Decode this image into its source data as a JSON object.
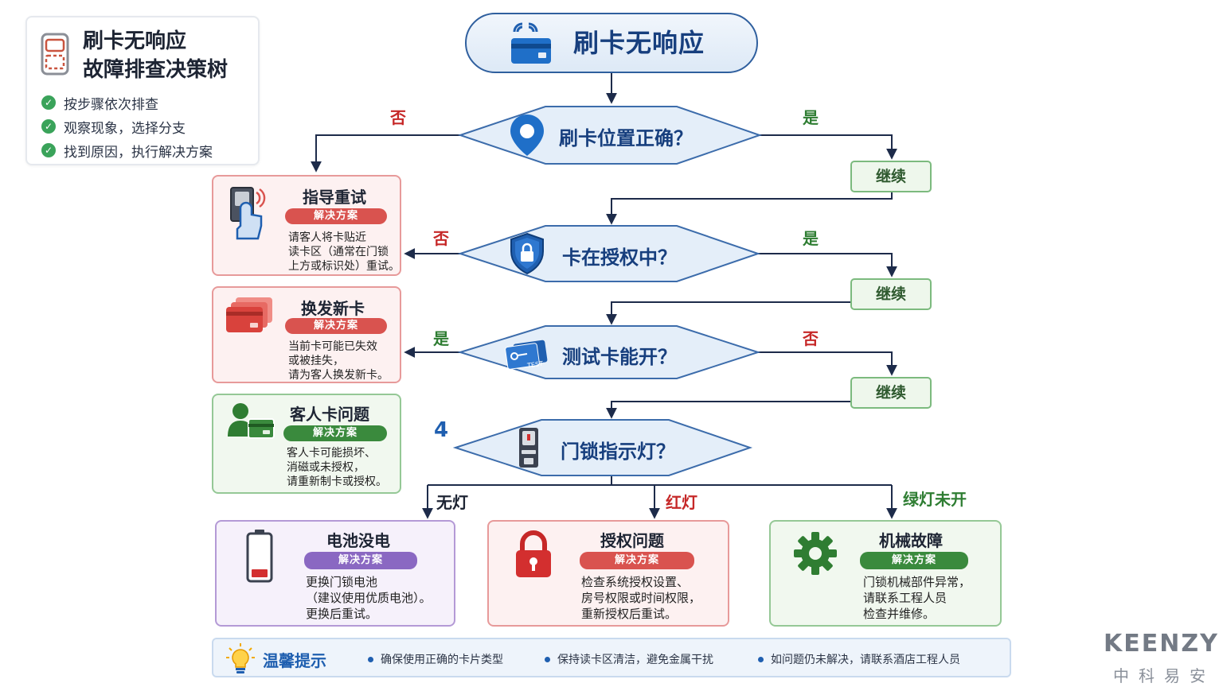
{
  "legend": {
    "title_line1": "刷卡无响应",
    "title_line2": "故障排查决策树",
    "items": [
      "按步骤依次排查",
      "观察现象，选择分支",
      "找到原因，执行解决方案"
    ]
  },
  "header": {
    "title": "刷卡无响应"
  },
  "decisions": [
    {
      "text": "刷卡位置正确？",
      "no_label": "否",
      "yes_label": "是"
    },
    {
      "text": "卡在授权中？",
      "no_label": "否",
      "yes_label": "是"
    },
    {
      "text": "测试卡能开？",
      "yes_label": "是",
      "no_label": "否"
    },
    {
      "text": "门锁指示灯？",
      "step": "4"
    }
  ],
  "continue_label": "继续",
  "solution_label": "解决方案",
  "cards_left": [
    {
      "title": "指导重试",
      "lines": [
        "请客人将卡贴近",
        "读卡区（通常在门锁",
        "上方或标识处）重试。"
      ]
    },
    {
      "title": "换发新卡",
      "lines": [
        "当前卡可能已失效",
        "或被挂失，",
        "请为客人换发新卡。"
      ]
    },
    {
      "title": "客人卡问题",
      "lines": [
        "客人卡可能损坏、",
        "消磁或未授权，",
        "请重新制卡或授权。"
      ]
    }
  ],
  "light_branches": [
    "无灯",
    "红灯",
    "绿灯未开"
  ],
  "cards_bottom": [
    {
      "title": "电池没电",
      "lines": [
        "更换门锁电池",
        "（建议使用优质电池）。",
        "更换后重试。"
      ]
    },
    {
      "title": "授权问题",
      "lines": [
        "检查系统授权设置、",
        "房号权限或时间权限，",
        "重新授权后重试。"
      ]
    },
    {
      "title": "机械故障",
      "lines": [
        "门锁机械部件异常，",
        "请联系工程人员",
        "检查并维修。"
      ]
    }
  ],
  "tips": {
    "title": "温馨提示",
    "items": [
      "确保使用正确的卡片类型",
      "保持读卡区清洁，避免金属干扰",
      "如问题仍未解决，请联系酒店工程人员"
    ]
  },
  "brand": {
    "name": "KEENZY",
    "sub": "中科易安"
  },
  "colors": {
    "primary": "#173f7e",
    "red": "#c62828",
    "green": "#2e7d32",
    "purple": "#8a68c2"
  }
}
